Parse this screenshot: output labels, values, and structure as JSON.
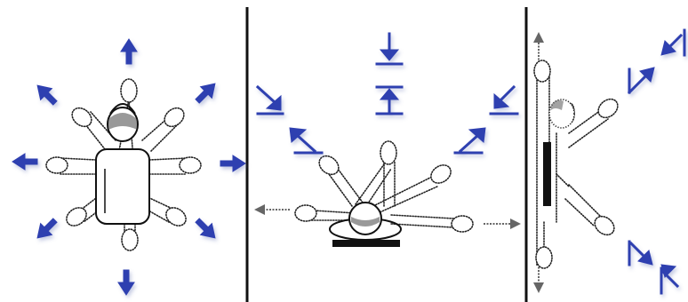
{
  "panels": [
    "top-view",
    "side-view-sagittal",
    "front-view-lateral"
  ],
  "colors": {
    "arrow": "#2f3fb0",
    "figure_line": "#222222",
    "divider": "#111111"
  }
}
